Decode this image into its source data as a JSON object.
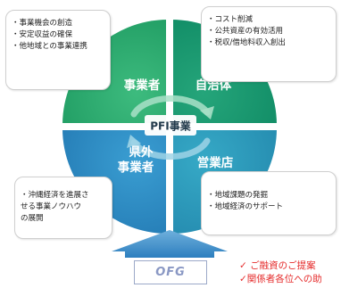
{
  "diagram": {
    "center_label": "PFI事業",
    "quadrants": {
      "top_left": {
        "lines": [
          "事業者"
        ],
        "color": "#29a96d"
      },
      "top_right": {
        "lines": [
          "自治体"
        ],
        "color": "#19956f"
      },
      "bottom_left": {
        "lines": [
          "県外",
          "事業者"
        ],
        "color": "#2d8bc2"
      },
      "bottom_right": {
        "lines": [
          "営業店"
        ],
        "color": "#2b95b8"
      }
    },
    "callouts": {
      "top_left": [
        "・事業機会の創造",
        "・安定収益の確保",
        "・他地域との事業連携"
      ],
      "top_right": [
        "・コスト削減",
        "・公共資産の有効活用",
        "・税収/借地料収入創出"
      ],
      "bottom_left": [
        "・沖縄経済を進展さ",
        "せる事業ノウハウ",
        "の展開"
      ],
      "bottom_right": [
        "・地域課題の発掘",
        "・地域経済のサポート"
      ]
    },
    "bank_logo": "OFG",
    "notes": [
      "✓ ご融資のご提案",
      "✓関係者各位への助"
    ],
    "colors": {
      "arrow": "#3f8fc7",
      "cycle_arrow": "#9fd6c0",
      "note_red": "#e52b2b"
    }
  }
}
